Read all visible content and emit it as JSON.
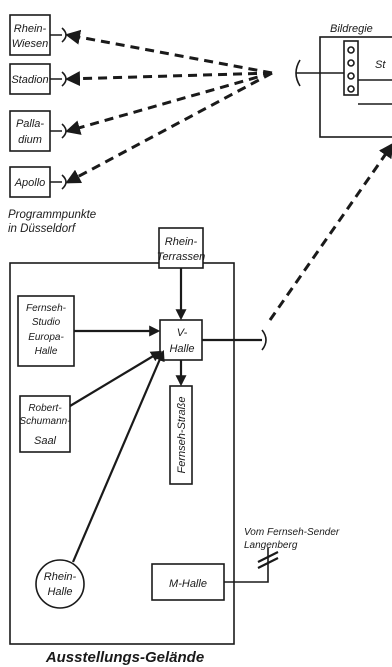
{
  "venues": [
    {
      "id": "rheinwiesen",
      "lines": [
        "Rhein-",
        "Wiesen"
      ]
    },
    {
      "id": "stadion",
      "lines": [
        "Stadion"
      ]
    },
    {
      "id": "palladium",
      "lines": [
        "Palla-",
        "dium"
      ]
    },
    {
      "id": "apollo",
      "lines": [
        "Apollo"
      ]
    }
  ],
  "program_caption": [
    "Programmpunkte",
    "in Düsseldorf"
  ],
  "bildregie": {
    "label": "Bildregie",
    "side_text": "St"
  },
  "rhein_terrassen": [
    "Rhein-",
    "Terrassen"
  ],
  "v_halle": [
    "V-",
    "Halle"
  ],
  "studio": [
    "Fernseh-",
    "Studio",
    "Europa-",
    "Halle"
  ],
  "schumann": [
    "Robert-",
    "Schumann-",
    "Saal"
  ],
  "fernseh_strasse": "Fernseh-Straße",
  "rhein_halle": [
    "Rhein-",
    "Halle"
  ],
  "m_halle": "M-Halle",
  "sender_caption": [
    "Vom Fernseh-Sender",
    "Langenberg"
  ],
  "title": "Ausstellungs-Gelände"
}
